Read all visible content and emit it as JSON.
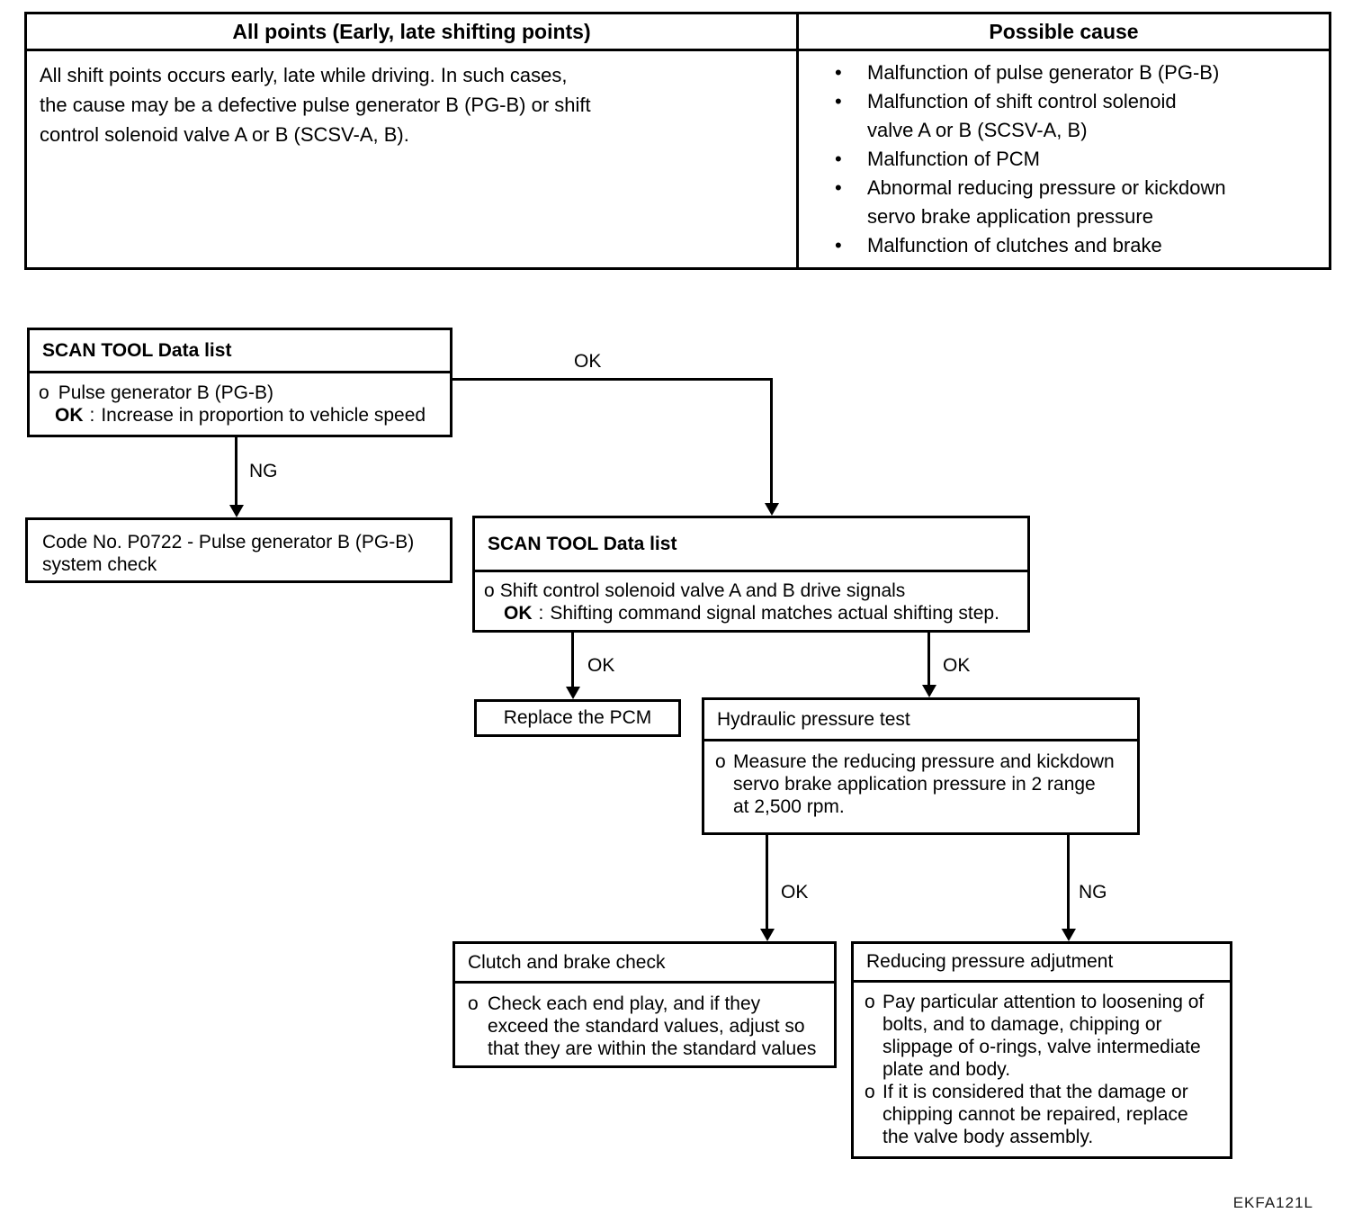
{
  "table": {
    "header_left": "All points (Early, late shifting points)",
    "header_right": "Possible cause",
    "description_lines": [
      "All shift points occurs early, late while driving.  In such cases,",
      "the cause may be a defective pulse generator B (PG-B) or shift",
      "control solenoid valve A or B (SCSV-A, B)."
    ],
    "bullet_char": "•",
    "causes": [
      {
        "lines": [
          "Malfunction of pulse generator B (PG-B)"
        ]
      },
      {
        "lines": [
          "Malfunction of shift control solenoid",
          "valve A or B (SCSV-A, B)"
        ]
      },
      {
        "lines": [
          "Malfunction of PCM"
        ]
      },
      {
        "lines": [
          "Abnormal reducing pressure or kickdown",
          "servo brake application pressure"
        ]
      },
      {
        "lines": [
          "Malfunction of clutches and brake"
        ]
      }
    ]
  },
  "flow": {
    "item_marker": "o",
    "scan1": {
      "title": "SCAN TOOL Data list",
      "item": "Pulse generator B (PG-B)",
      "ok_label": "OK",
      "ok_sep": ":",
      "ok_text": "Increase in proportion to vehicle speed"
    },
    "code_check": {
      "lines": [
        "Code No. P0722 - Pulse generator B (PG-B)",
        "system check"
      ]
    },
    "scan2": {
      "title": "SCAN TOOL Data list",
      "item": "Shift control solenoid valve A and B drive signals",
      "ok_label": "OK",
      "ok_sep": ":",
      "ok_text": "Shifting command signal matches actual shifting step."
    },
    "replace_pcm": {
      "label": "Replace the PCM"
    },
    "hydraulic": {
      "title": "Hydraulic pressure test",
      "body_lines": [
        "Measure the reducing pressure and kickdown",
        "servo brake application pressure in 2 range",
        "at 2,500 rpm."
      ]
    },
    "clutch": {
      "title": "Clutch and brake check",
      "body_lines": [
        "Check each end play, and if they",
        "exceed the standard values, adjust so",
        "that they are within the standard values"
      ]
    },
    "reducing": {
      "title": "Reducing pressure adjutment",
      "bullet1_lines": [
        "Pay particular attention to loosening of",
        "bolts, and to damage, chipping or",
        "slippage of o-rings, valve intermediate",
        "plate and body."
      ],
      "bullet2_lines": [
        "If it is considered that the damage or",
        "chipping cannot be repaired, replace",
        "the valve body assembly."
      ]
    },
    "connectors": {
      "scan1_ok": "OK",
      "scan1_ng": "NG",
      "pcm_ok": "OK",
      "hydraulic_ok": "OK",
      "clutch_ok": "OK",
      "reducing_ng": "NG"
    }
  },
  "figure_code": "EKFA121L"
}
